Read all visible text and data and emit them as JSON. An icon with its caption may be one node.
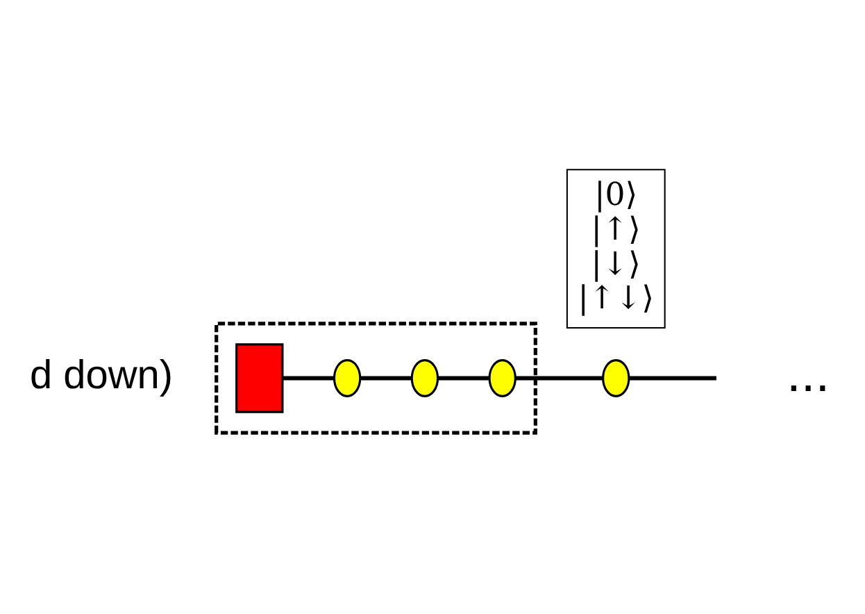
{
  "diagram": {
    "nodes": [
      {
        "text": [],
        "shape": "box"
      },
      {
        "text": [],
        "shape": "box",
        "in": 0
      },
      {
        "text": [],
        "shape": "ellipse",
        "in": 0
      },
      {
        "text": [],
        "shape": "ellipse",
        "in": 0
      },
      {
        "text": [],
        "shape": "ellipse",
        "in": 0
      },
      {
        "text": [],
        "shape": "ellipse"
      },
      {
        "text": [
          "|0⟩",
          "|↑⟩",
          "|↓⟩",
          "|↑↓⟩"
        ]
      }
    ],
    "edges": [
      {
        "from": 1,
        "to": 2,
        "arrow": "none"
      },
      {
        "from": 2,
        "to": 3,
        "arrow": "none"
      },
      {
        "from": 3,
        "to": 4,
        "arrow": "none"
      },
      {
        "from": 4,
        "to": 5,
        "arrow": "none"
      },
      {
        "from": 5,
        "to": null,
        "arrow": "none"
      }
    ],
    "labels": [
      "d down)",
      "..."
    ]
  }
}
